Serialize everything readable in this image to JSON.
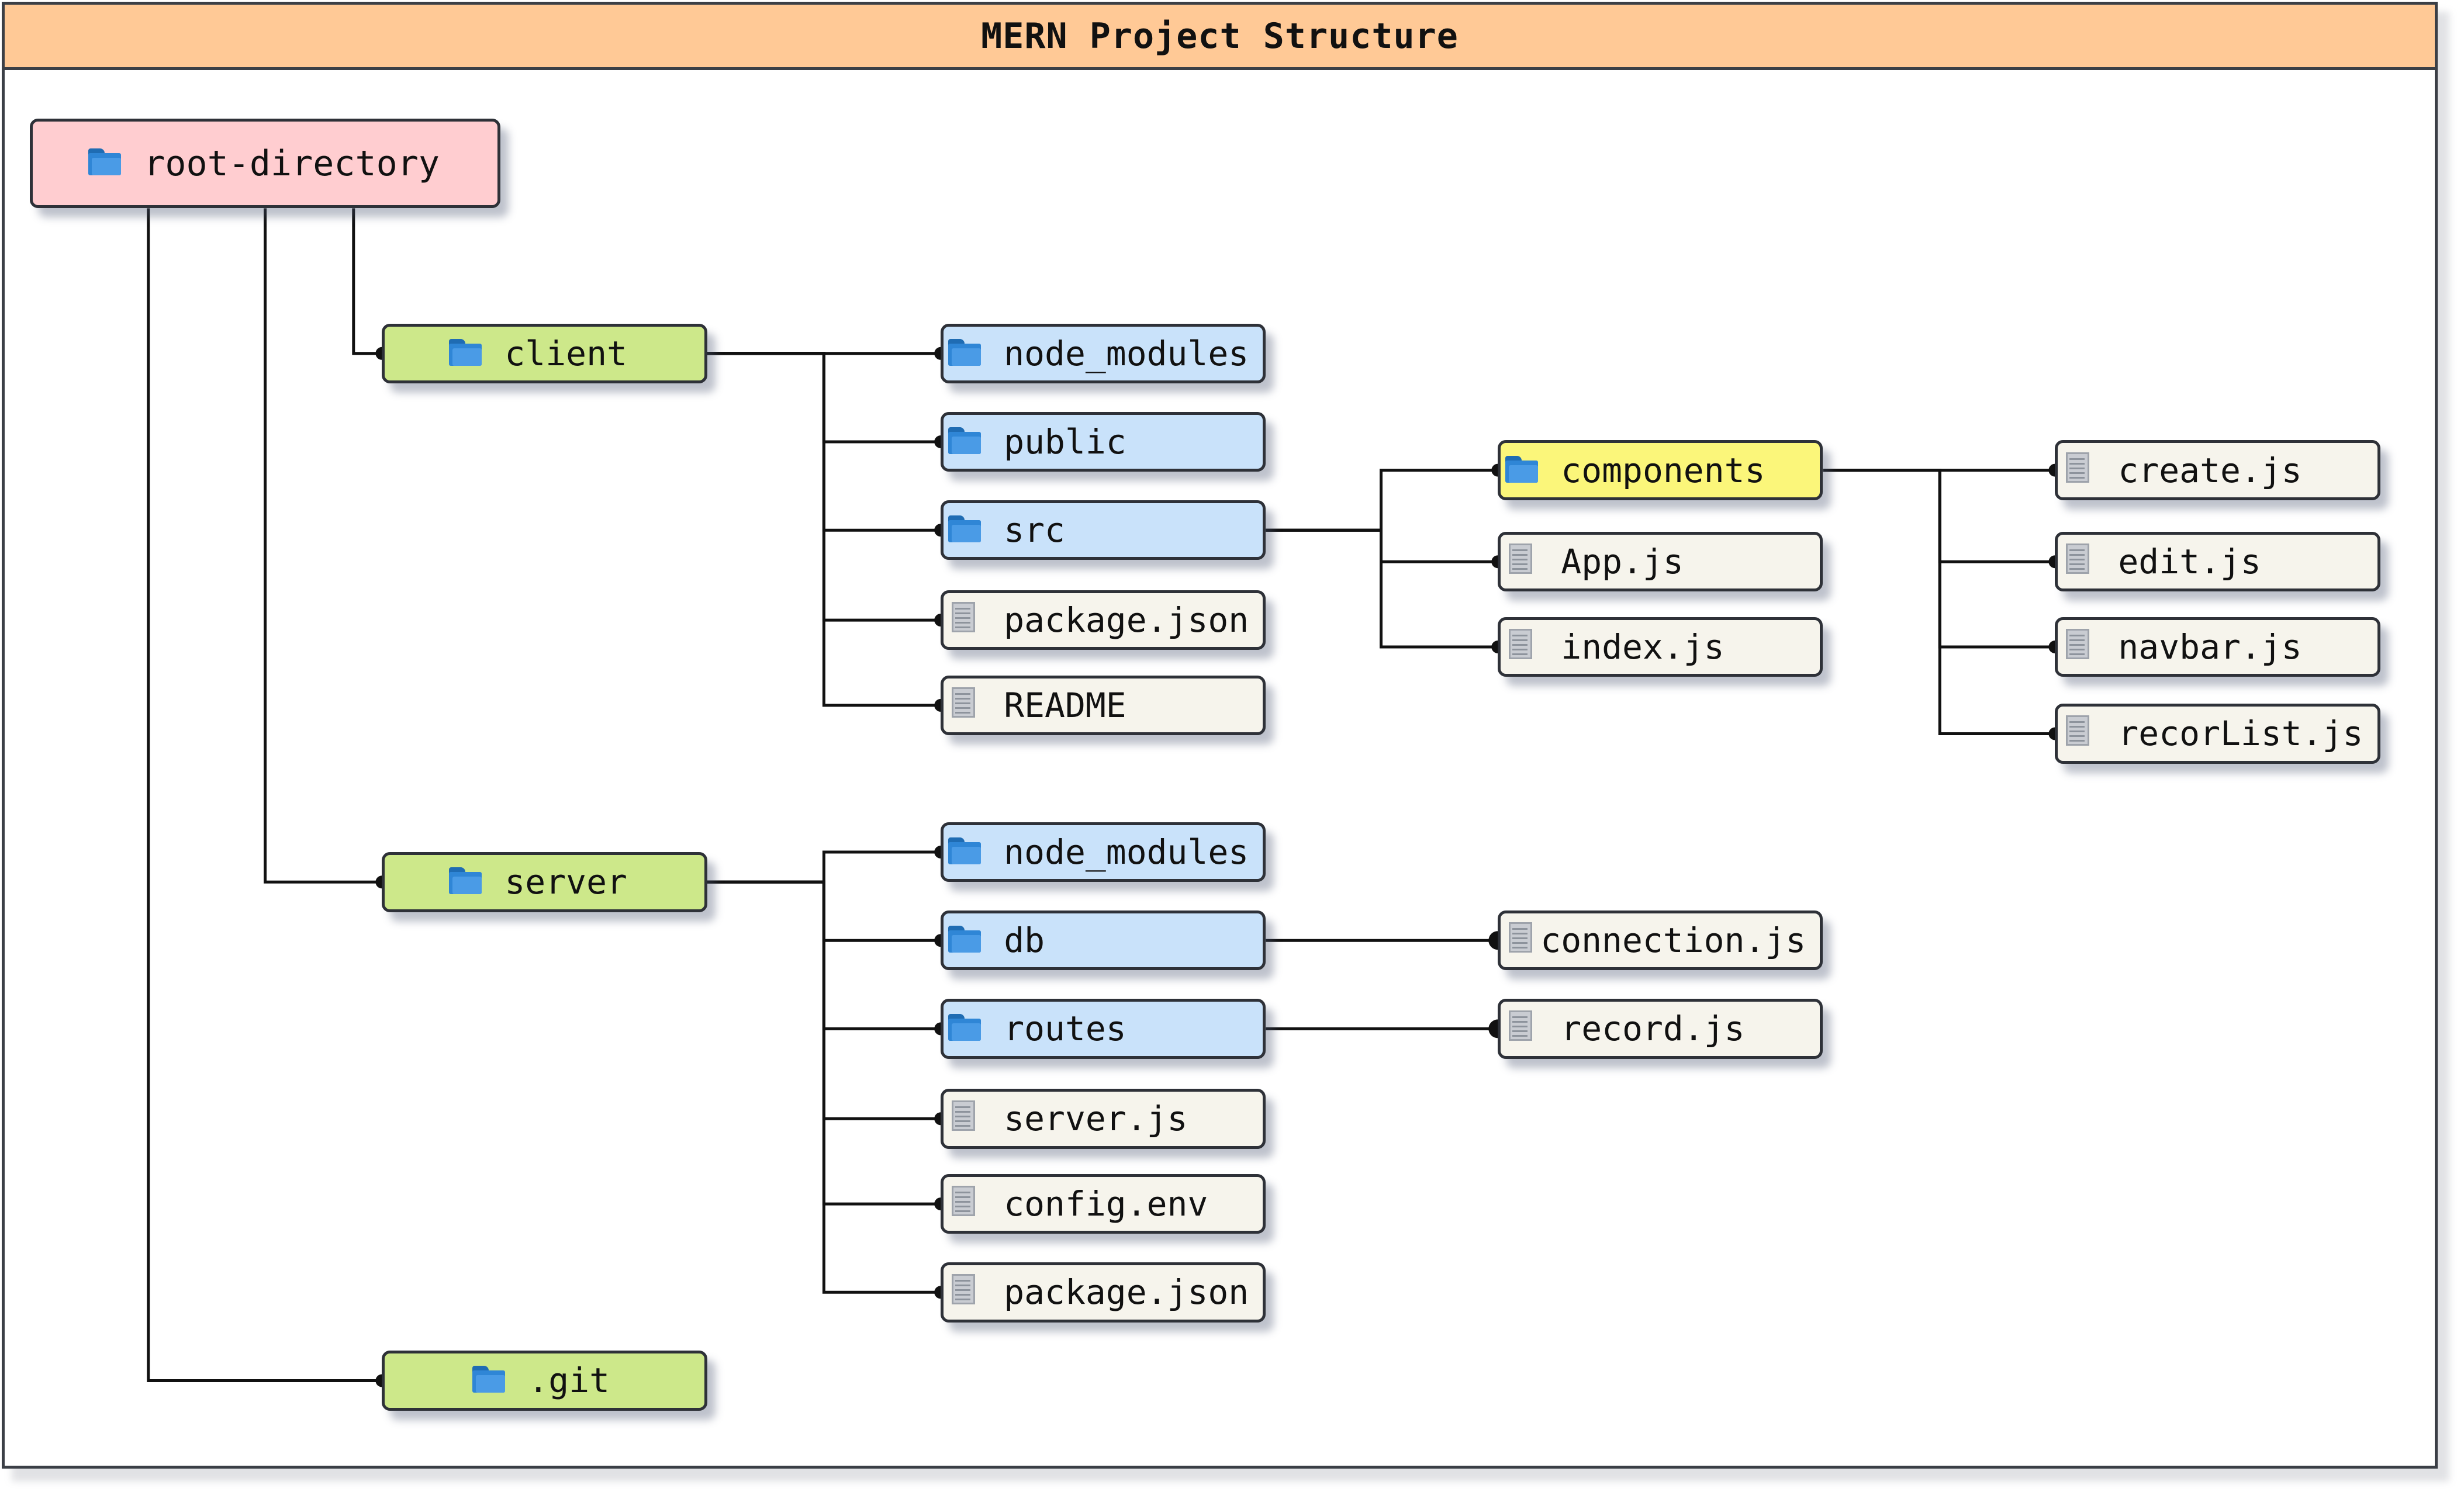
{
  "title": "MERN Project Structure",
  "colors": {
    "title_bar": "#ffc996",
    "root": "#ffcdd0",
    "level1": "#cde88a",
    "folder": "#c9e2fa",
    "highlight": "#fbf67a",
    "file": "#f6f4ec",
    "border": "#2e3138",
    "line": "#111111"
  },
  "nodes": {
    "root": {
      "label": "root-directory",
      "icon": "folder-icon"
    },
    "client": {
      "label": "client",
      "icon": "folder-icon"
    },
    "server": {
      "label": "server",
      "icon": "folder-icon"
    },
    "git": {
      "label": ".git",
      "icon": "folder-icon"
    },
    "c_node_modules": {
      "label": "node_modules",
      "icon": "folder-icon"
    },
    "c_public": {
      "label": "public",
      "icon": "folder-icon"
    },
    "c_src": {
      "label": "src",
      "icon": "folder-icon"
    },
    "c_package": {
      "label": "package.json",
      "icon": "file-icon"
    },
    "c_readme": {
      "label": "README",
      "icon": "file-icon"
    },
    "components": {
      "label": "components",
      "icon": "folder-icon"
    },
    "app_js": {
      "label": "App.js",
      "icon": "file-icon"
    },
    "index_js": {
      "label": "index.js",
      "icon": "file-icon"
    },
    "create_js": {
      "label": "create.js",
      "icon": "file-icon"
    },
    "edit_js": {
      "label": "edit.js",
      "icon": "file-icon"
    },
    "navbar_js": {
      "label": "navbar.js",
      "icon": "file-icon"
    },
    "recorlist_js": {
      "label": "recorList.js",
      "icon": "file-icon"
    },
    "s_node_modules": {
      "label": "node_modules",
      "icon": "folder-icon"
    },
    "s_db": {
      "label": "db",
      "icon": "folder-icon"
    },
    "s_routes": {
      "label": "routes",
      "icon": "folder-icon"
    },
    "s_server_js": {
      "label": "server.js",
      "icon": "file-icon"
    },
    "s_config": {
      "label": "config.env",
      "icon": "file-icon"
    },
    "s_package": {
      "label": "package.json",
      "icon": "file-icon"
    },
    "connection_js": {
      "label": "connection.js",
      "icon": "file-icon"
    },
    "record_js": {
      "label": "record.js",
      "icon": "file-icon"
    }
  },
  "edges": [
    [
      "root",
      "client"
    ],
    [
      "root",
      "server"
    ],
    [
      "root",
      "git"
    ],
    [
      "client",
      "c_node_modules"
    ],
    [
      "client",
      "c_public"
    ],
    [
      "client",
      "c_src"
    ],
    [
      "client",
      "c_package"
    ],
    [
      "client",
      "c_readme"
    ],
    [
      "c_src",
      "components"
    ],
    [
      "c_src",
      "app_js"
    ],
    [
      "c_src",
      "index_js"
    ],
    [
      "components",
      "create_js"
    ],
    [
      "components",
      "edit_js"
    ],
    [
      "components",
      "navbar_js"
    ],
    [
      "components",
      "recorlist_js"
    ],
    [
      "server",
      "s_node_modules"
    ],
    [
      "server",
      "s_db"
    ],
    [
      "server",
      "s_routes"
    ],
    [
      "server",
      "s_server_js"
    ],
    [
      "server",
      "s_config"
    ],
    [
      "server",
      "s_package"
    ],
    [
      "s_db",
      "connection_js"
    ],
    [
      "s_routes",
      "record_js"
    ]
  ]
}
